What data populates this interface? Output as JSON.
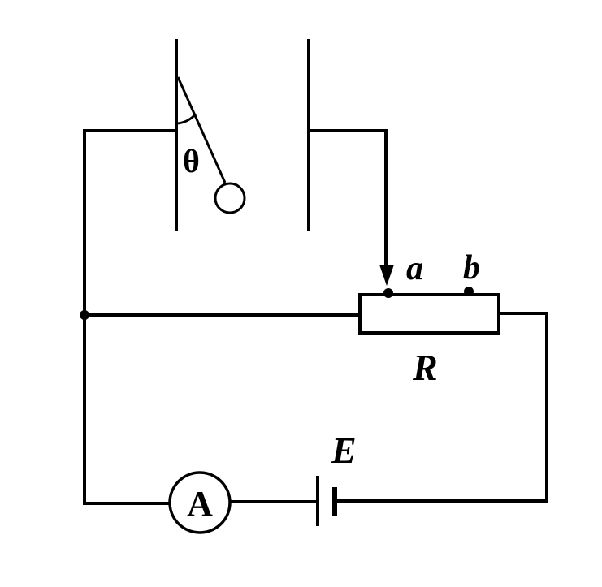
{
  "labels": {
    "theta": "θ",
    "a": "a",
    "b": "b",
    "R": "R",
    "E": "E",
    "ammeter": "A"
  }
}
